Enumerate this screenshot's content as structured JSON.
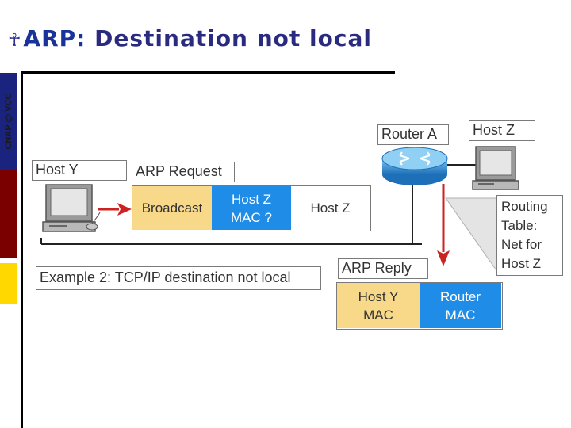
{
  "slide": {
    "title_accent": "ARP:",
    "title_rest": " Destination not local",
    "side_label": "CNAP @ VCC",
    "colors": {
      "navy": "#1a237e",
      "maroon": "#7a0000",
      "yellow": "#ffd800",
      "accent_blue": "#1a3399",
      "cell_yellow": "#f8d98a",
      "cell_blue": "#1f8de8",
      "arrow_red": "#cc2222"
    }
  },
  "diagram": {
    "host_y_label": "Host Y",
    "arp_request_label": "ARP Request",
    "request_packet": {
      "broadcast": "Broadcast",
      "dest_mac": "Host Z MAC ?",
      "dest_host": "Host Z"
    },
    "router_label": "Router A",
    "host_z_label": "Host Z",
    "routing_table": "Routing Table: Net for Host Z",
    "arp_reply_label": "ARP Reply",
    "reply_packet": {
      "host_mac": "Host Y MAC",
      "router_mac": "Router MAC"
    },
    "example_caption": "Example 2: TCP/IP destination not local",
    "icons": [
      "computer-icon",
      "router-icon"
    ]
  }
}
